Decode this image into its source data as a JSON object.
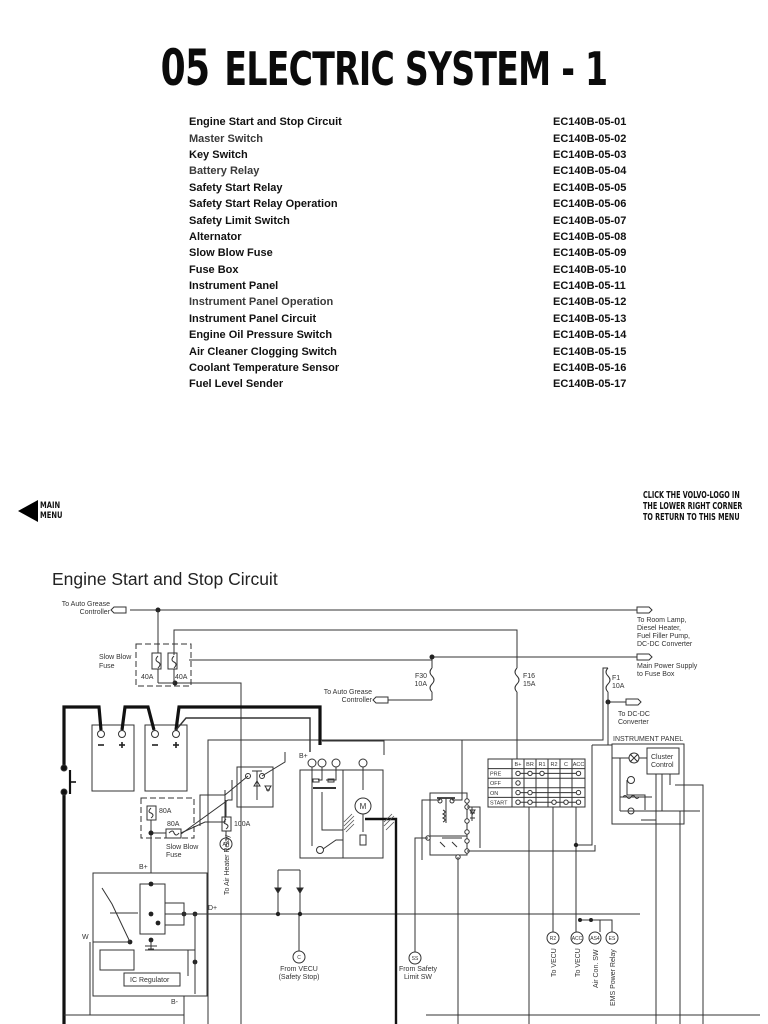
{
  "header": {
    "number": "05",
    "title": "Electric System - 1"
  },
  "toc": [
    {
      "label": "Engine Start and Stop Circuit",
      "code": "EC140B-05-01",
      "muted": false
    },
    {
      "label": "Master Switch",
      "code": "EC140B-05-02",
      "muted": true
    },
    {
      "label": "Key Switch",
      "code": "EC140B-05-03",
      "muted": false
    },
    {
      "label": "Battery Relay",
      "code": "EC140B-05-04",
      "muted": true
    },
    {
      "label": "Safety Start Relay",
      "code": "EC140B-05-05",
      "muted": false
    },
    {
      "label": "Safety Start Relay Operation",
      "code": "EC140B-05-06",
      "muted": false
    },
    {
      "label": "Safety Limit Switch",
      "code": "EC140B-05-07",
      "muted": false
    },
    {
      "label": "Alternator",
      "code": "EC140B-05-08",
      "muted": false
    },
    {
      "label": "Slow Blow Fuse",
      "code": "EC140B-05-09",
      "muted": false
    },
    {
      "label": "Fuse Box",
      "code": "EC140B-05-10",
      "muted": false
    },
    {
      "label": "Instrument Panel",
      "code": "EC140B-05-11",
      "muted": false
    },
    {
      "label": "Instrument Panel Operation",
      "code": "EC140B-05-12",
      "muted": true
    },
    {
      "label": "Instrument Panel Circuit",
      "code": "EC140B-05-13",
      "muted": false
    },
    {
      "label": "Engine Oil Pressure Switch",
      "code": "EC140B-05-14",
      "muted": false
    },
    {
      "label": "Air Cleaner Clogging Switch",
      "code": "EC140B-05-15",
      "muted": false
    },
    {
      "label": "Coolant Temperature Sensor",
      "code": "EC140B-05-16",
      "muted": false
    },
    {
      "label": "Fuel Level Sender",
      "code": "EC140B-05-17",
      "muted": false
    }
  ],
  "nav": {
    "main_menu_line1": "MAIN",
    "main_menu_line2": "MENU",
    "volvo_note_line1": "CLICK THE VOLVO-LOGO IN",
    "volvo_note_line2": "THE LOWER RIGHT CORNER",
    "volvo_note_line3": "TO RETURN TO THIS MENU"
  },
  "diagram": {
    "title": "Engine Start and Stop Circuit",
    "labels": {
      "auto_grease_1a": "To Auto Grease",
      "auto_grease_1b": "Controller",
      "room_lamp_1": "To Room Lamp,",
      "room_lamp_2": "Diesel Heater,",
      "room_lamp_3": "Fuel Filler Pump,",
      "room_lamp_4": "DC-DC Converter",
      "slow_blow_1": "Slow Blow",
      "slow_blow_2": "Fuse",
      "fuse_40a_left": "40A",
      "fuse_40a_right": "40A",
      "main_power_1": "Main Power Supply",
      "main_power_2": "to Fuse Box",
      "f30_name": "F30",
      "f30_rating": "10A",
      "f16_name": "F16",
      "f16_rating": "15A",
      "f1_name": "F1",
      "f1_rating": "10A",
      "auto_grease_2a": "To Auto Grease",
      "auto_grease_2b": "Controller",
      "dcdc_1": "To DC-DC",
      "dcdc_2": "Converter",
      "instrument_panel": "INSTRUMENT PANEL",
      "cluster_1": "Cluster",
      "cluster_2": "Control",
      "b_plus_relay": "B+",
      "fuse_80a_top": "80A",
      "fuse_80a_side": "80A",
      "slow_blow_lower_1": "Slow Blow",
      "slow_blow_lower_2": "Fuse",
      "fuse_100a": "100A",
      "air_heater": "To Air Heater Relay",
      "ah": "AH",
      "b_plus_alt": "B+",
      "d_plus": "D+",
      "w": "W",
      "b_minus": "B-",
      "ic_regulator": "IC Regulator",
      "motor": "M",
      "c_tag": "C",
      "from_vecu_1": "From VECU",
      "from_vecu_2": "(Safety Stop)",
      "ss_tag": "SS",
      "from_safety_1": "From Safety",
      "from_safety_2": "Limit SW",
      "r2_tag": "R2",
      "acc_tag": "ACC",
      "as4_tag": "AS4",
      "es_tag": "ES",
      "to_vecu_r2": "To VECU",
      "to_vecu_acc": "To VECU",
      "air_con": "Air Con. SW",
      "ems_relay": "EMS Power Relay"
    },
    "key_switch_table": {
      "columns": [
        "",
        "B+",
        "BR",
        "R1",
        "R2",
        "C",
        "ACC"
      ],
      "rows": [
        "PRE",
        "OFF",
        "ON",
        "START"
      ]
    }
  }
}
